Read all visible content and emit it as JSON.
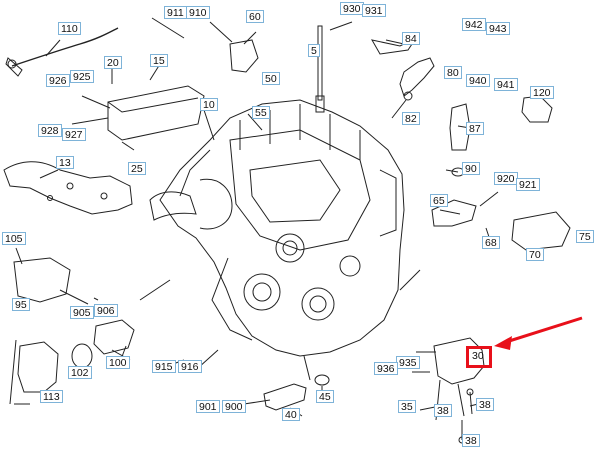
{
  "diagram": {
    "callouts": [
      "110",
      "911",
      "910",
      "60",
      "930",
      "931",
      "5",
      "84",
      "942",
      "943",
      "20",
      "926",
      "925",
      "15",
      "50",
      "80",
      "940",
      "941",
      "120",
      "10",
      "55",
      "82",
      "87",
      "928",
      "927",
      "25",
      "13",
      "90",
      "920",
      "921",
      "65",
      "105",
      "75",
      "68",
      "70",
      "95",
      "905",
      "906",
      "100",
      "102",
      "915",
      "916",
      "935",
      "936",
      "30",
      "901",
      "900",
      "40",
      "45",
      "35",
      "38",
      "38",
      "113",
      "38"
    ],
    "highlight": "30",
    "arrow_color": "#e8101a",
    "callout_border_color": "#7eb3d8"
  }
}
